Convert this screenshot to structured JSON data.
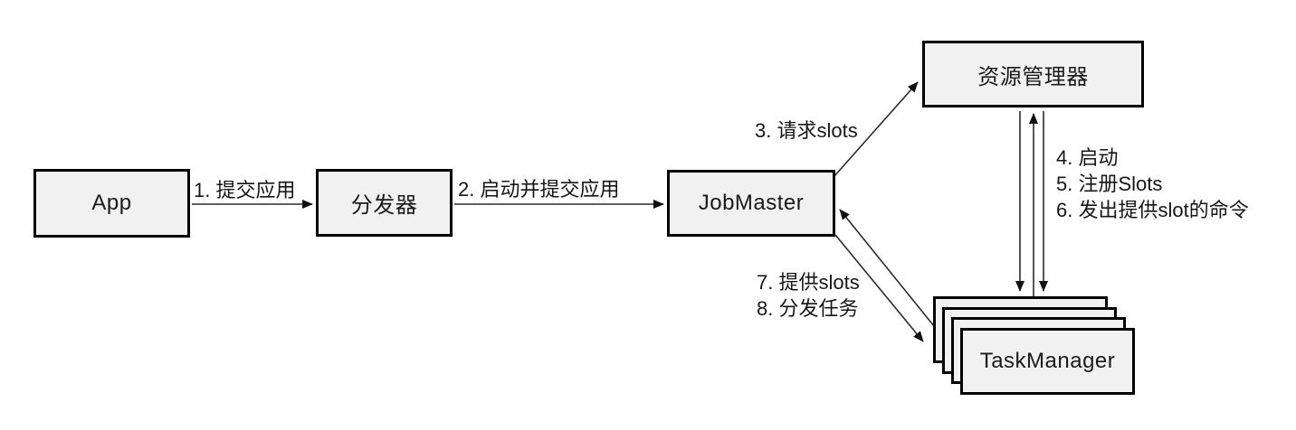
{
  "nodes": {
    "app": {
      "label": "App"
    },
    "dispatcher": {
      "label": "分发器"
    },
    "job_master": {
      "label": "JobMaster"
    },
    "resource_manager": {
      "label": "资源管理器"
    },
    "task_manager": {
      "label": "TaskManager"
    }
  },
  "edge_labels": {
    "submit_app": "1. 提交应用",
    "start_and_submit_app": "2. 启动并提交应用",
    "request_slots": "3. 请求slots",
    "start_taskmanager": "4. 启动",
    "register_slots": "5. 注册Slots",
    "issue_offer_slot_command": "6. 发出提供slot的命令",
    "offer_slots": "7. 提供slots",
    "dispatch_tasks": "8. 分发任务"
  },
  "colors": {
    "background": "#ffffff",
    "node_fill": "#f1f1f1",
    "node_border": "#000000",
    "edge_line": "#2b2b2b",
    "label_text": "#161616"
  }
}
